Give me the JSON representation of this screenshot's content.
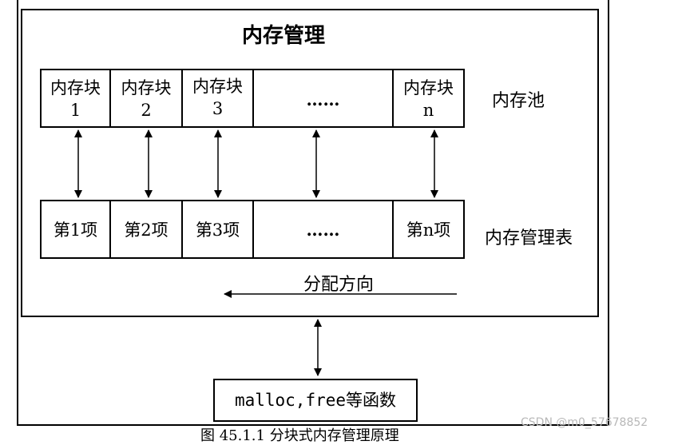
{
  "title": "内存管理",
  "pool": {
    "label": "内存池",
    "blocks": [
      {
        "line1": "内存块",
        "line2": "1"
      },
      {
        "line1": "内存块",
        "line2": "2"
      },
      {
        "line1": "内存块",
        "line2": "3"
      },
      {
        "line1": "……",
        "line2": ""
      },
      {
        "line1": "内存块",
        "line2": "n"
      }
    ]
  },
  "table": {
    "label": "内存管理表",
    "items": [
      "第1项",
      "第2项",
      "第3项",
      "……",
      "第n项"
    ]
  },
  "direction_label": "分配方向",
  "api_box": "malloc,free等函数",
  "caption": "图 45.1.1 分块式内存管理原理",
  "watermark": "CSDN @m0_57678852"
}
